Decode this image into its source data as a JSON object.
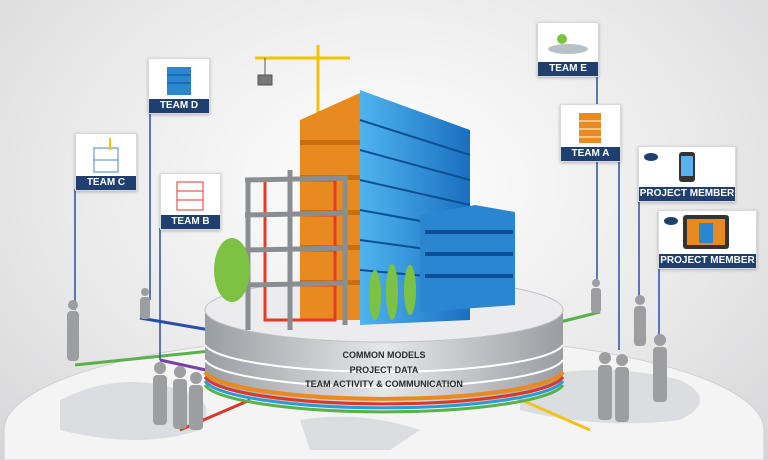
{
  "teams": [
    {
      "label": "TEAM D",
      "icon": "blue-building-icon"
    },
    {
      "label": "TEAM C",
      "icon": "crane-frame-icon"
    },
    {
      "label": "TEAM B",
      "icon": "red-frame-icon"
    },
    {
      "label": "TEAM E",
      "icon": "landscape-icon"
    },
    {
      "label": "TEAM A",
      "icon": "orange-building-icon"
    }
  ],
  "members": [
    {
      "label": "PROJECT MEMBER",
      "icon": "smartphone-icon"
    },
    {
      "label": "PROJECT MEMBER",
      "icon": "tablet-icon"
    }
  ],
  "platform_layers": [
    "COMMON MODELS",
    "PROJECT DATA",
    "TEAM ACTIVITY & COMMUNICATION"
  ],
  "colors": {
    "label_bg": "#1f3f6e",
    "building_blue": "#1e8fd8",
    "building_orange": "#e88a1f",
    "frame_gray": "#8a8d91",
    "frame_red": "#e53a2a",
    "line_blue": "#2b4fa8",
    "line_green": "#58b247",
    "line_red": "#d9382a",
    "line_yellow": "#f2c21b"
  }
}
